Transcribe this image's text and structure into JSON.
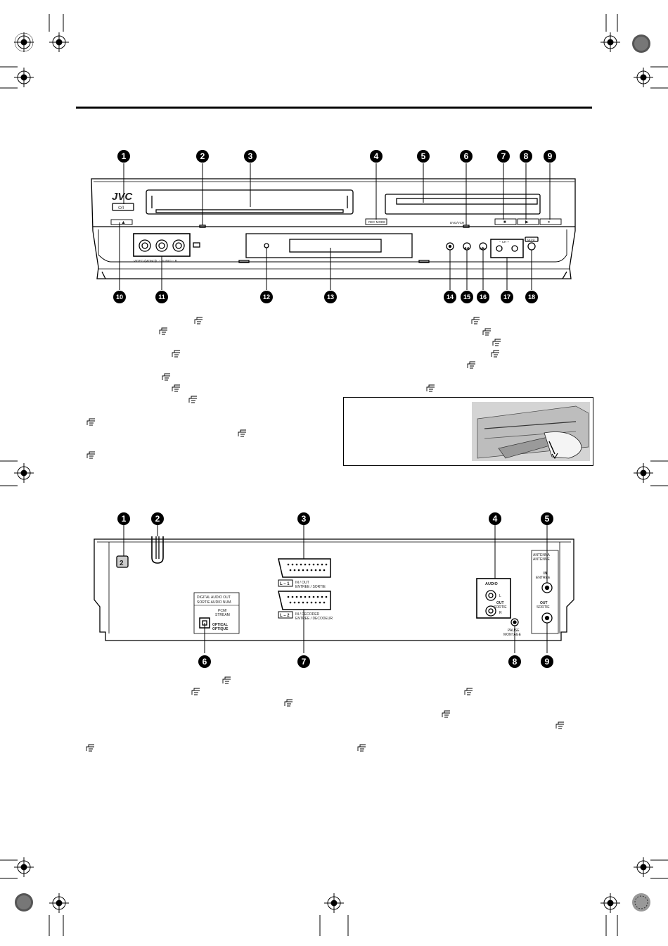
{
  "brand": "JVC",
  "front": {
    "callouts": [
      "1",
      "2",
      "3",
      "4",
      "5",
      "6",
      "7",
      "8",
      "9",
      "10",
      "11",
      "12",
      "13",
      "14",
      "15",
      "16",
      "17",
      "18"
    ],
    "panel_labels": {
      "power": "⏻/I",
      "front_jack_caption": "VIDEO (MONO)L – AUDIO – R",
      "rec_mode_btn": "REC MODE",
      "dvd_vcr_label": "DVD/VCR",
      "ch_label": "– CH +",
      "sat_label": "SAT/D"
    }
  },
  "rear": {
    "callouts": [
      "1",
      "2",
      "3",
      "4",
      "5",
      "6",
      "7",
      "8",
      "9"
    ],
    "panel_labels": {
      "region_badge": "2",
      "digital_audio_title_1": "DIGITAL AUDIO OUT",
      "digital_audio_title_2": "SORTIE AUDIO NUM.",
      "pcm_stream_1": "PCM/",
      "pcm_stream_2": "STREAM",
      "optical_1": "OPTICAL",
      "optical_2": "OPTIQUE",
      "l1_tag": "L – 1",
      "l1_text_1": "IN / OUT",
      "l1_text_2": "ENTREE / SORTIE",
      "l2_tag": "L – 2",
      "l2_text_1": "IN / DECODER",
      "l2_text_2": "ENTREE / DECODEUR",
      "audio_title": "AUDIO",
      "audio_l": "L",
      "audio_out": "OUT",
      "audio_sortie": "SORTIE",
      "audio_r": "R",
      "pause_1": "PAUSE",
      "pause_2": "MONTAGE",
      "antenna_1": "ANTENNA",
      "antenna_2": "ANTENNE",
      "in_1": "IN",
      "in_2": "ENTREE",
      "out_1": "OUT",
      "out_2": "SORTIE"
    }
  },
  "icons": {
    "page_reference": "page-reference-hand-icon",
    "registration_mark": "registration-crosshair-icon"
  }
}
